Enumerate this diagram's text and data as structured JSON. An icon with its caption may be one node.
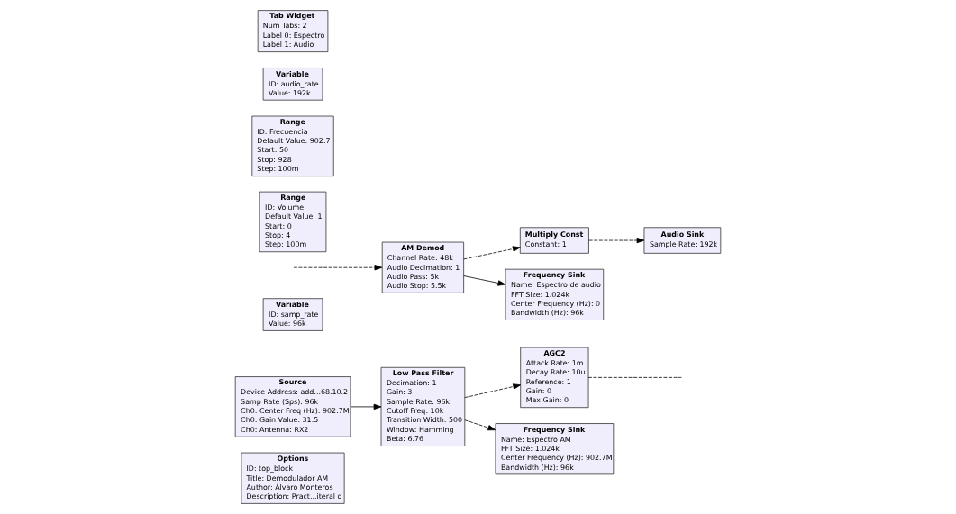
{
  "diagram": {
    "nodes": [
      {
        "text": [
          "Options",
          "ID: top_block",
          "Title: Demodulador AM",
          "Author: Álvaro Monteros",
          "Description: Pract...iteral d"
        ]
      },
      {
        "text": [
          "Source",
          "Device Address: add...68.10.2",
          "Samp Rate (Sps): 96k",
          "Ch0: Center Freq (Hz): 902.7M",
          "Ch0: Gain Value: 31.5",
          "Ch0: Antenna: RX2"
        ]
      },
      {
        "text": [
          "Low Pass Filter",
          "Decimation: 1",
          "Gain: 3",
          "Sample Rate: 96k",
          "Cutoff Freq: 10k",
          "Transition Width: 500",
          "Window: Hamming",
          "Beta: 6.76"
        ]
      },
      {
        "text": [
          "AGC2",
          "Attack Rate: 1m",
          "Decay Rate: 10u",
          "Reference: 1",
          "Gain: 0",
          "Max Gain: 0"
        ]
      },
      {
        "text": [
          "Variable",
          "ID: samp_rate",
          "Value: 96k"
        ]
      },
      {
        "text": [
          "Audio Sink",
          "Sample Rate: 192k"
        ]
      },
      {
        "text": [
          "Multiply Const",
          "Constant: 1"
        ]
      },
      {
        "text": [
          "AM Demod",
          "Channel Rate: 48k",
          "Audio Decimation: 1",
          "Audio Pass: 5k",
          "Audio Stop: 5.5k"
        ]
      },
      {
        "text": [
          "Range",
          "ID: Volume",
          "Default Value: 1",
          "Start: 0",
          "Stop: 4",
          "Step: 100m"
        ]
      },
      {
        "text": [
          "Frequency Sink",
          "Name: Espectro AM",
          "FFT Size: 1.024k",
          "Center Frequency (Hz): 902.7M",
          "Bandwidth (Hz): 96k"
        ]
      },
      {
        "text": [
          "Frequency Sink",
          "Name: Espectro de audio",
          "FFT Size: 1.024k",
          "Center Frequency (Hz): 0",
          "Bandwidth (Hz): 96k"
        ]
      },
      {
        "text": [
          "Range",
          "ID: Frecuencia",
          "Default Value: 902.7",
          "Start: 50",
          "Stop: 928",
          "Step: 100m"
        ]
      },
      {
        "text": [
          "Variable",
          "ID: audio_rate",
          "Value: 192k"
        ]
      },
      {
        "text": [
          "Tab Widget",
          "Num Tabs: 2",
          "Label 0: Espectro",
          "Label 1: Audio"
        ]
      }
    ],
    "edges": [
      {
        "from": 1,
        "to": 2,
        "arrow": "to"
      },
      {
        "from": 2,
        "to": 3,
        "arrow": "to",
        "style": "dashed"
      },
      {
        "from": 2,
        "to": 9,
        "arrow": "to",
        "style": "dashed"
      },
      {
        "from": 3,
        "to": null,
        "arrow": "none",
        "style": "dashed"
      },
      {
        "from": null,
        "to": 7,
        "arrow": "to",
        "style": "dashed"
      },
      {
        "from": 7,
        "to": 6,
        "arrow": "to",
        "style": "dashed"
      },
      {
        "from": 7,
        "to": 10,
        "arrow": "to"
      },
      {
        "from": 6,
        "to": 5,
        "arrow": "to",
        "style": "dashed"
      }
    ]
  }
}
